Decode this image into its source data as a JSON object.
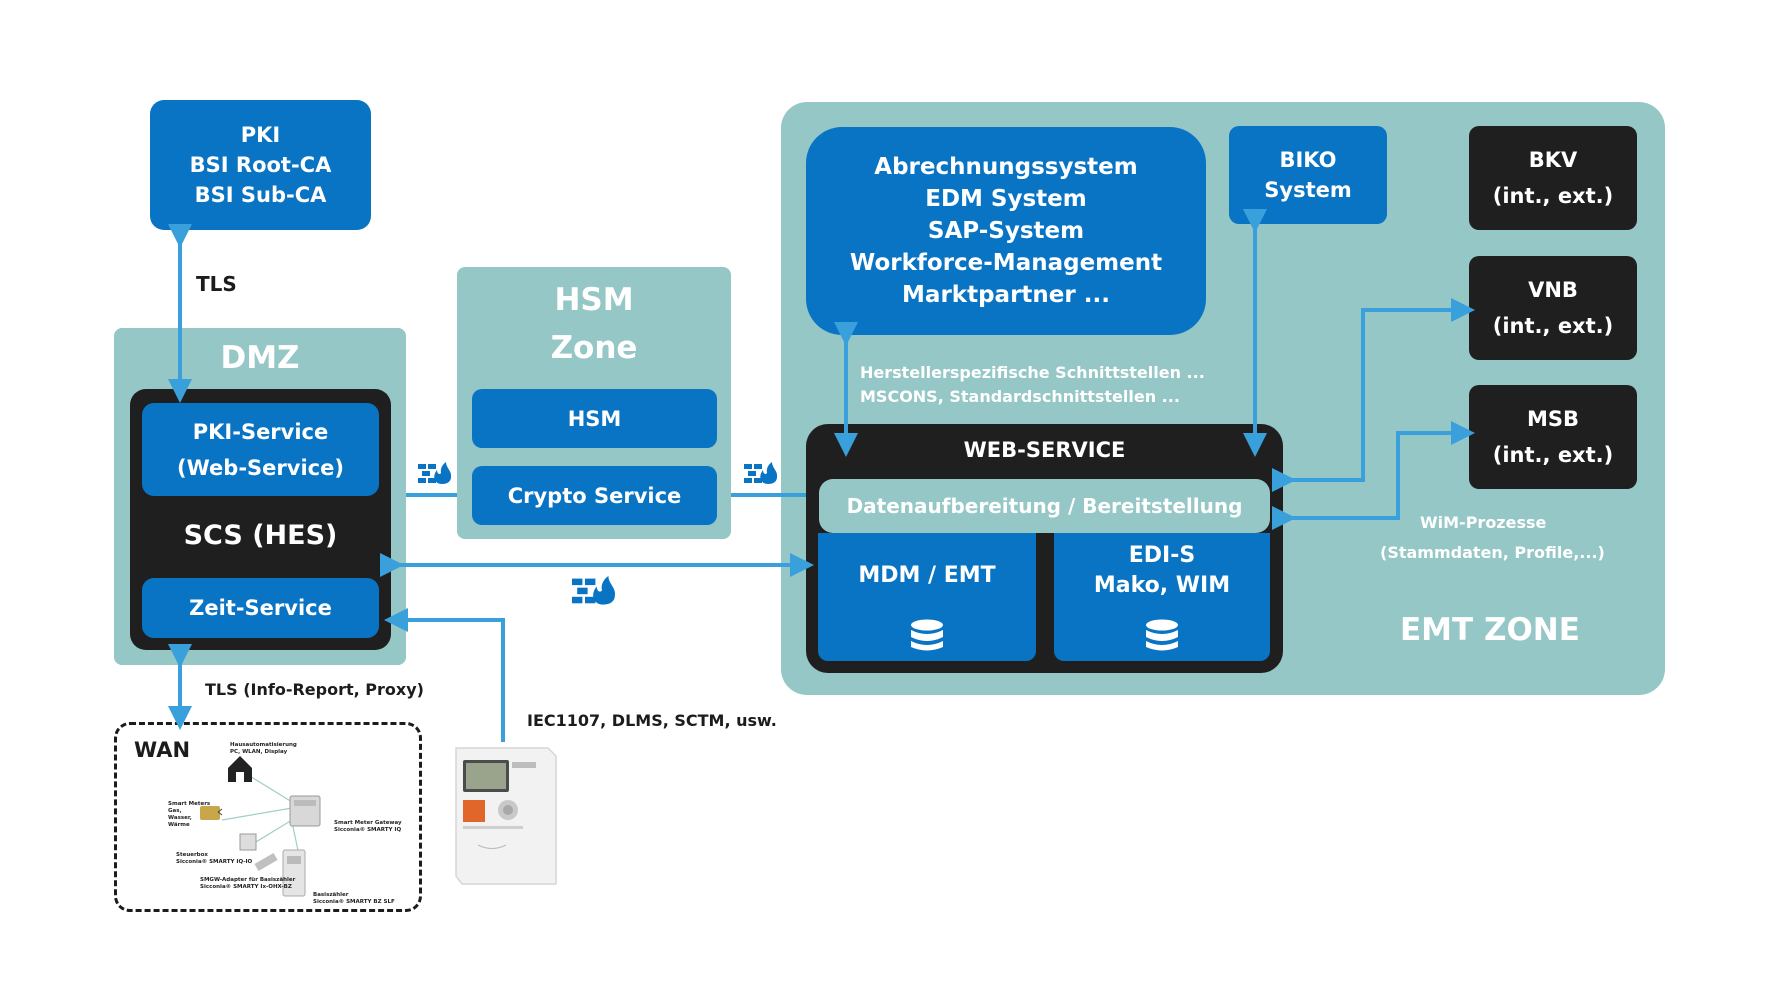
{
  "pki": {
    "lines": [
      "PKI",
      "BSI Root-CA",
      "BSI Sub-CA"
    ]
  },
  "labels": {
    "tls": "TLS",
    "tls_info": "TLS (Info-Report, Proxy)",
    "iec": "IEC1107, DLMS, SCTM, usw.",
    "interfaces_1": "Herstellerspezifische Schnittstellen ...",
    "interfaces_2": "MSCONS, Standardschnittstellen ...",
    "wim_1": "WiM-Prozesse",
    "wim_2": "(Stammdaten, Profile,...)"
  },
  "dmz": {
    "title": "DMZ",
    "pki_service": [
      "PKI-Service",
      "(Web-Service)"
    ],
    "scs": "SCS (HES)",
    "zeit_service": "Zeit-Service"
  },
  "hsm_zone": {
    "title_1": "HSM",
    "title_2": "Zone",
    "hsm": "HSM",
    "crypto": "Crypto Service"
  },
  "emt_zone": {
    "title": "EMT ZONE",
    "systems": [
      "Abrechnungssystem",
      "EDM System",
      "SAP-System",
      "Workforce-Management",
      "Marktpartner ..."
    ],
    "biko": [
      "BIKO",
      "System"
    ],
    "bkv": [
      "BKV",
      "(int., ext.)"
    ],
    "vnb": [
      "VNB",
      "(int., ext.)"
    ],
    "msb": [
      "MSB",
      "(int., ext.)"
    ],
    "web_service": "WEB-SERVICE",
    "datenaufbereitung": "Datenaufbereitung / Bereitstellung",
    "mdm": "MDM / EMT",
    "edi_1": "EDI-S",
    "edi_2": "Mako, WIM"
  },
  "wan": {
    "title": "WAN",
    "heim": [
      "Hausautomatisierung",
      "PC, WLAN, Display"
    ],
    "zaehler": [
      "Smart Meters",
      "Gas,",
      "Wasser,",
      "Wärme"
    ],
    "gateway": [
      "Smart Meter Gateway",
      "Sicconia® SMARTY IQ"
    ],
    "steuerbox": [
      "Steuerbox",
      "Sicconia® SMARTY IQ-IO"
    ],
    "adapter": [
      "SMGW-Adapter für Basiszähler",
      "Sicconia® SMARTY Ix-OHX-BZ"
    ],
    "basis": [
      "Basiszähler",
      "Sicconia® SMARTY BZ SLF"
    ]
  },
  "colors": {
    "blue": "#0a74c4",
    "teal": "#94c7c6",
    "dark": "#1f1f1f",
    "arrow": "#3aa0dc"
  }
}
